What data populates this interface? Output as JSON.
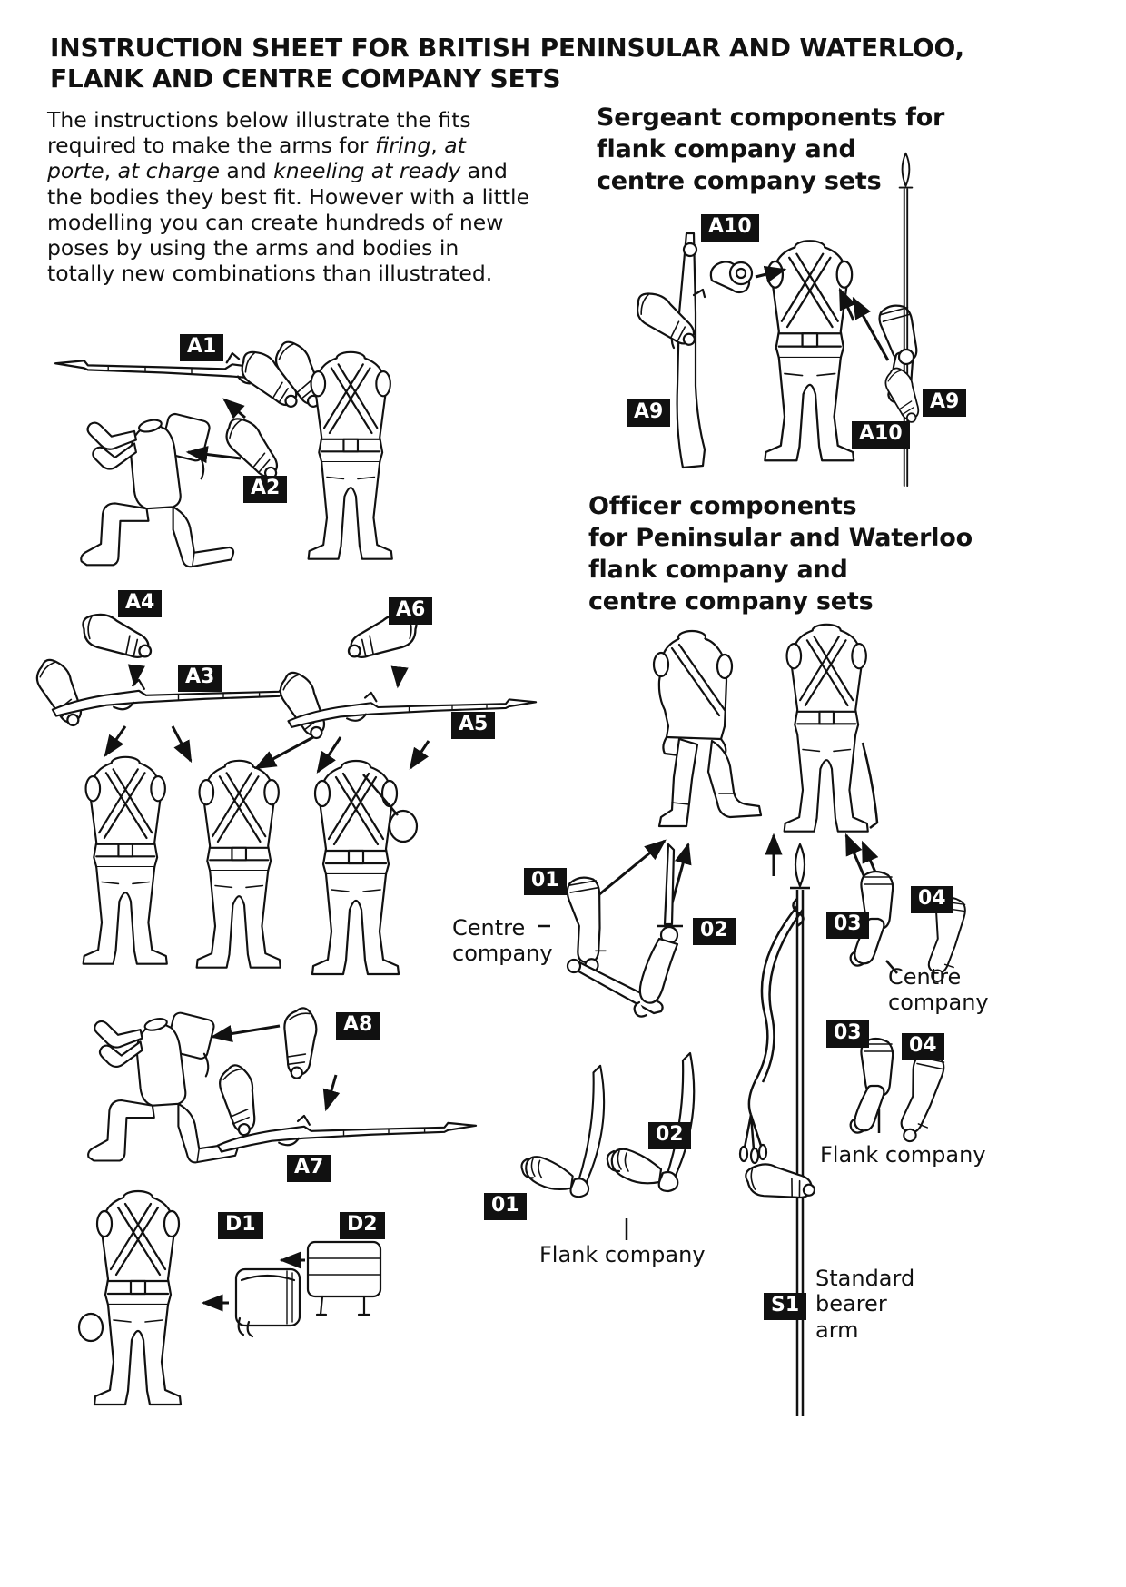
{
  "page": {
    "title_lines": [
      "INSTRUCTION SHEET FOR BRITISH PENINSULAR AND WATERLOO,",
      "FLANK AND CENTRE COMPANY SETS"
    ]
  },
  "intro": {
    "segments": [
      {
        "text": "The instructions below illustrate the fits required to make the arms for "
      },
      {
        "text": "firing"
      },
      {
        "text": ", "
      },
      {
        "text": "at porte"
      },
      {
        "text": ", "
      },
      {
        "text": "at charge"
      },
      {
        "text": " and "
      },
      {
        "text": "kneeling at ready"
      },
      {
        "text": " and the bodies they best fit. However with a little modelling you can create hundreds of new poses by using the arms and bodies in totally new combinations than illustrated."
      }
    ]
  },
  "sections": {
    "sergeant": {
      "heading_lines": [
        "Sergeant components for",
        "flank company and",
        "centre company sets"
      ]
    },
    "officer": {
      "heading_lines": [
        "Officer components",
        "for Peninsular and Waterloo",
        "flank company and",
        "centre company sets"
      ]
    }
  },
  "part_labels": {
    "a1": "A1",
    "a2": "A2",
    "a3": "A3",
    "a4": "A4",
    "a5": "A5",
    "a6": "A6",
    "a7": "A7",
    "a8": "A8",
    "a9": "A9",
    "a10": "A10",
    "d1": "D1",
    "d2": "D2",
    "o1": "01",
    "o2": "02",
    "o3": "03",
    "o4": "04",
    "s1": "S1"
  },
  "captions": {
    "centre_company": "Centre company",
    "flank_company": "Flank company",
    "standard_bearer_arm": "Standard bearer arm"
  },
  "colors": {
    "ink": "#111111",
    "paper": "#ffffff",
    "label_bg": "#111111",
    "label_fg": "#ffffff"
  }
}
